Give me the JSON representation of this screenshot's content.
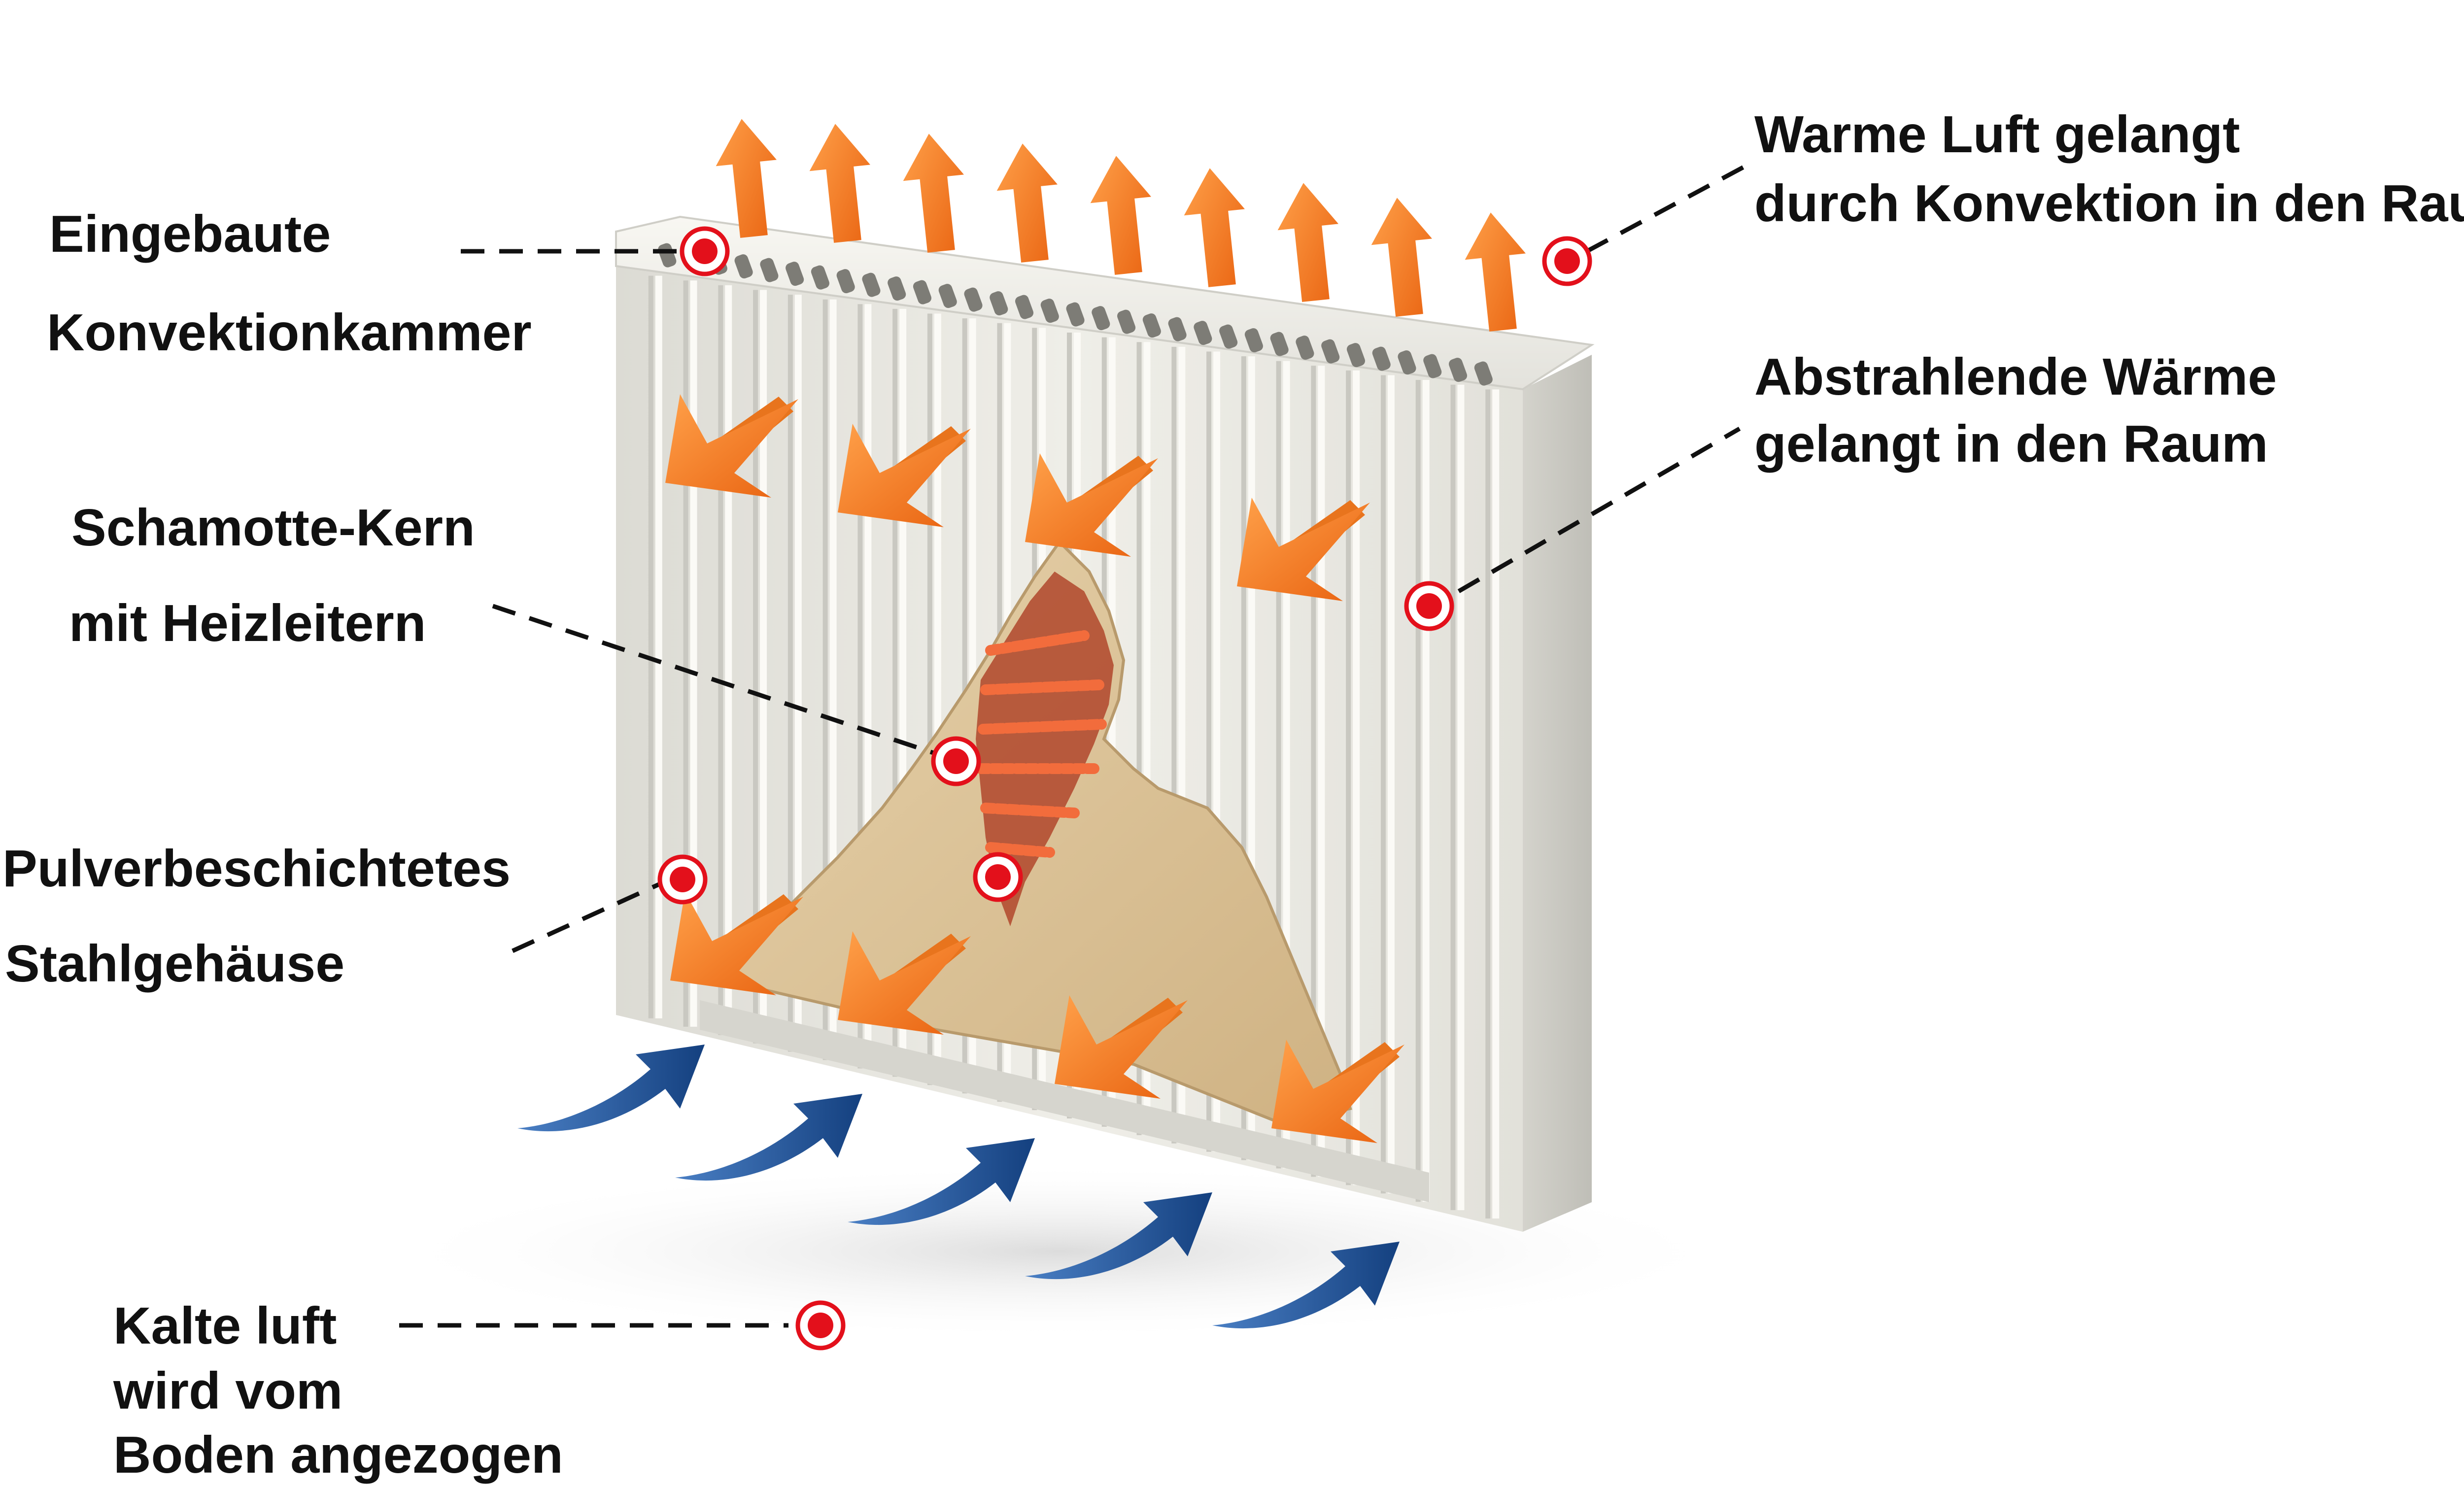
{
  "labels": {
    "convection_chamber": {
      "line1": "Eingebaute",
      "line2": "Konvektionkammer"
    },
    "core": {
      "line1": "Schamotte-Kern",
      "line2": "mit Heizleitern"
    },
    "housing": {
      "line1": "Pulverbeschichtetes",
      "line2": "Stahlgehäuse"
    },
    "cold_air": {
      "line1": "Kalte luft",
      "line2": "wird vom",
      "line3": "Boden angezogen"
    },
    "warm_air": {
      "line1": "Warme Luft gelangt",
      "line2": "durch Konvektion in den Raum"
    },
    "radiant": {
      "line1": "Abstrahlende Wärme",
      "line2": "gelangt in den Raum"
    }
  },
  "colors": {
    "warm_arrow": "#f07a1e",
    "cold_arrow": "#1d4e96",
    "marker": "#e3101b",
    "radiator_body": "#ecebe5",
    "core": "#ddc49a",
    "heating_wire": "#f26c3c"
  },
  "icons": {
    "marker": "red-dot-marker-icon",
    "warm_arrow": "warm-air-arrow-icon",
    "cold_arrow": "cold-air-arrow-icon"
  }
}
